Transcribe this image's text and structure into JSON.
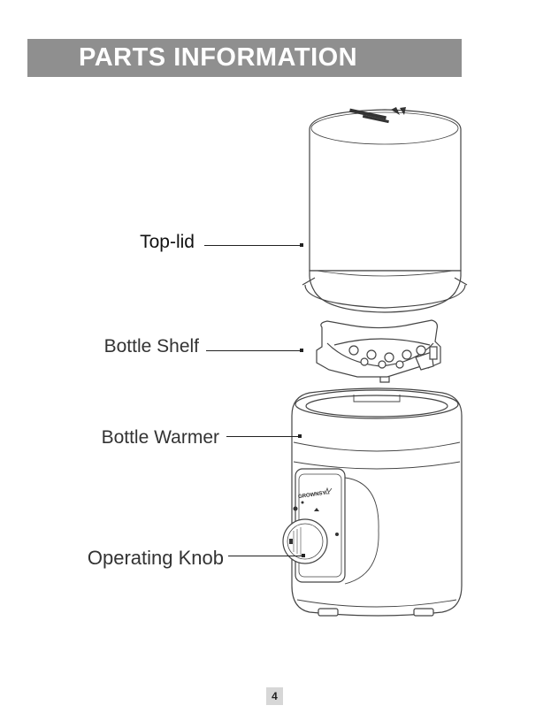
{
  "header": {
    "title": "PARTS INFORMATION"
  },
  "labels": {
    "top_lid": "Top-lid",
    "bottle_shelf": "Bottle Shelf",
    "bottle_warmer": "Bottle Warmer",
    "operating_knob": "Operating Knob"
  },
  "brand": {
    "logo_text": "GROWNSY"
  },
  "footer": {
    "page_number": "4"
  },
  "colors": {
    "header_bg": "#8f8f8f",
    "page_box_bg": "#d7d7d7",
    "line": "#222222"
  }
}
